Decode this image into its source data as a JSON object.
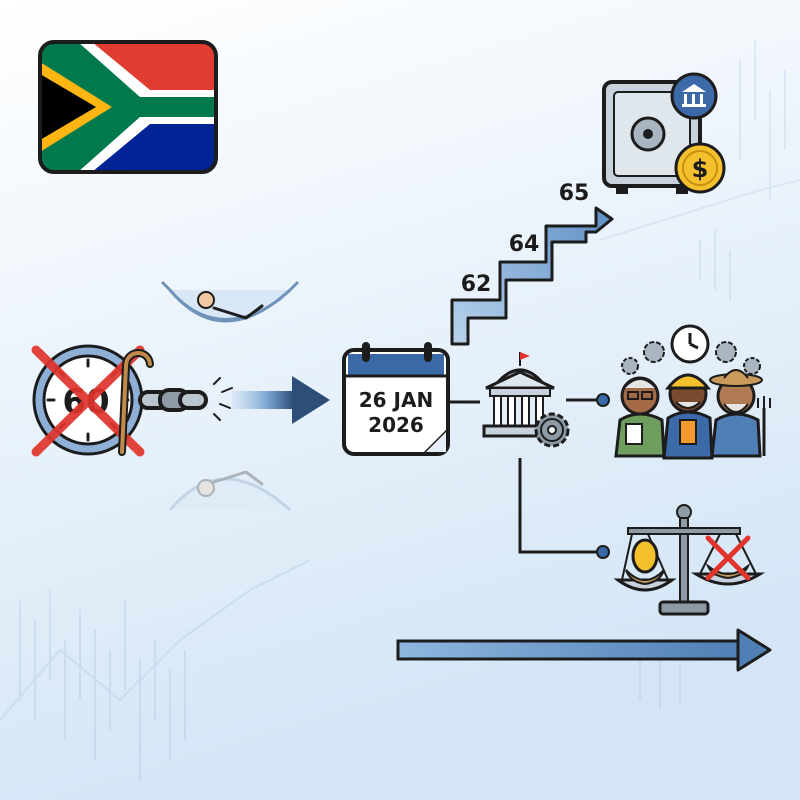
{
  "timer": {
    "value": "60"
  },
  "calendar": {
    "line1": "26 JAN",
    "line2": "2026"
  },
  "steps": [
    {
      "label": "62"
    },
    {
      "label": "64"
    },
    {
      "label": "65"
    }
  ],
  "colors": {
    "background_top": "#ffffff",
    "background_bottom": "#d6e8f8",
    "arrow_dark": "#2d4e78",
    "arrow_light": "#a9c9e8",
    "ban_red": "#e0342c",
    "flag_red": "#e03c31",
    "flag_green": "#007a4d",
    "flag_blue": "#002395",
    "flag_gold": "#ffb612",
    "coin_gold": "#f5c02e"
  },
  "icons": [
    "south-africa-flag-icon",
    "retirement-clock-icon",
    "walking-cane-icon",
    "broken-chain-icon",
    "hammock-icon",
    "calendar-icon",
    "government-building-icon",
    "gear-icon",
    "vault-safe-icon",
    "bank-icon",
    "dollar-coin-icon",
    "workers-group-icon",
    "balance-scale-icon",
    "nest-egg-icon"
  ]
}
